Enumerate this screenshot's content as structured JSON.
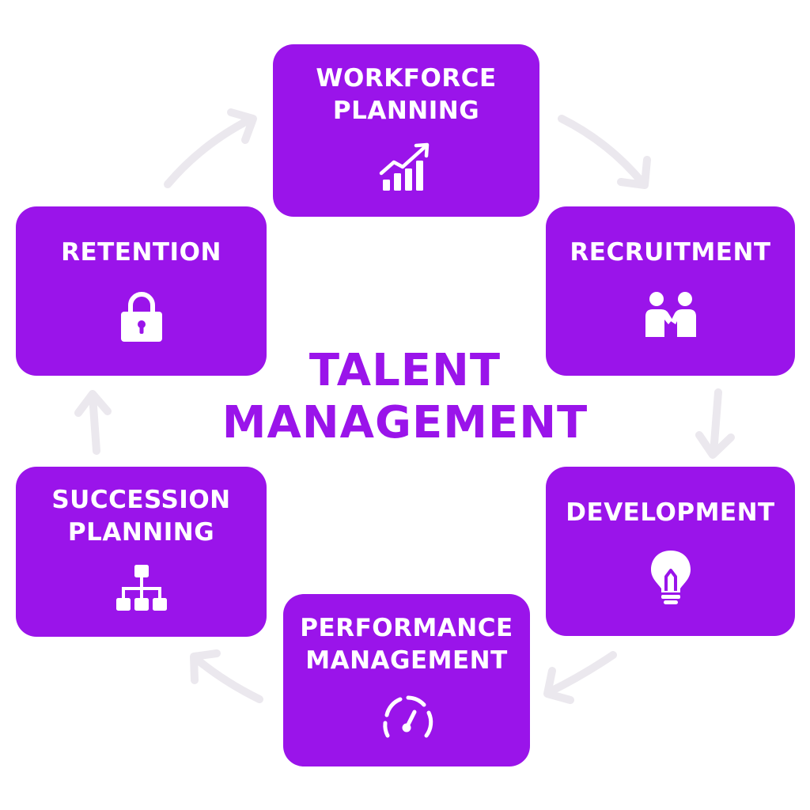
{
  "colors": {
    "card_fill": "#9a14ea",
    "card_text": "#ffffff",
    "center_title": "#9a14ea",
    "arrow": "#ebe8ee"
  },
  "center_title": "TALENT\nMANAGEMENT",
  "stages": {
    "workforce_planning": {
      "label": "WORKFORCE\nPLANNING",
      "icon": "growth-chart-icon"
    },
    "recruitment": {
      "label": "RECRUITMENT",
      "icon": "handshake-icon"
    },
    "development": {
      "label": "DEVELOPMENT",
      "icon": "lightbulb-icon"
    },
    "performance_management": {
      "label": "PERFORMANCE\nMANAGEMENT",
      "icon": "gauge-icon"
    },
    "succession_planning": {
      "label": "SUCCESSION\nPLANNING",
      "icon": "org-chart-icon"
    },
    "retention": {
      "label": "RETENTION",
      "icon": "lock-icon"
    }
  },
  "cycle_order": [
    "workforce_planning",
    "recruitment",
    "development",
    "performance_management",
    "succession_planning",
    "retention"
  ]
}
